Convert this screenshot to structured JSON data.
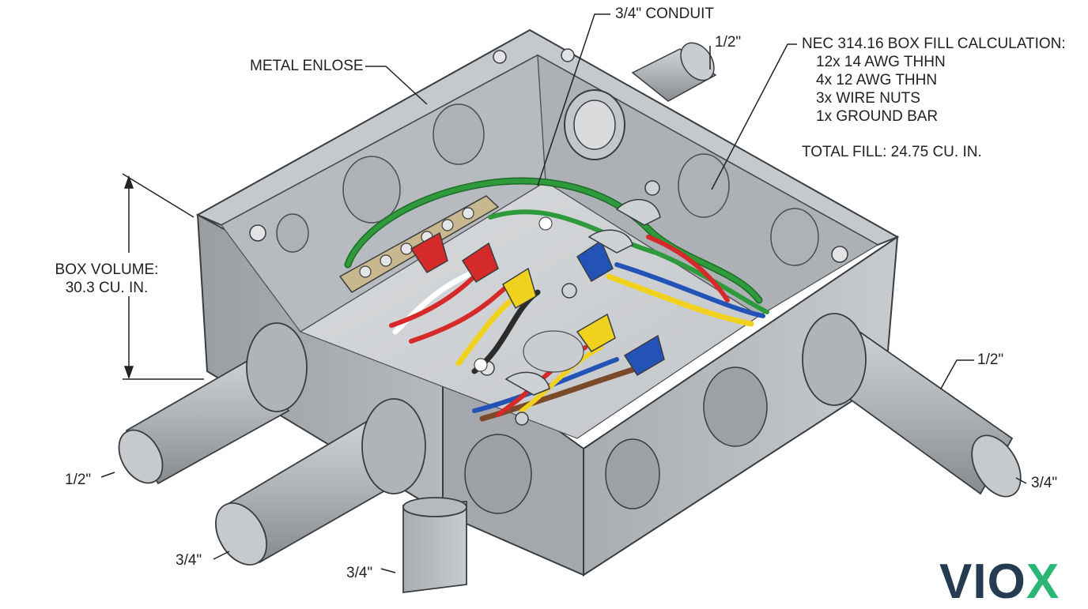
{
  "labels": {
    "metal_enclosure": "METAL ENLOSE",
    "conduit_top": "3/4\" CONDUIT",
    "top_right_half": "1/2\"",
    "right_half": "1/2\"",
    "right_three_quarter": "3/4\"",
    "left_half": "1/2\"",
    "left_three_quarter": "3/4\"",
    "bottom_three_quarter": "3/4\""
  },
  "box_volume": {
    "title": "BOX VOLUME:",
    "value": "30.3 CU. IN."
  },
  "calculation": {
    "heading": "NEC 314.16 BOX FILL CALCULATION:",
    "items": [
      "12x 14 AWG THHN",
      "4x 12 AWG THHN",
      "3x WIRE NUTS",
      "1x GROUND BAR"
    ],
    "total": "TOTAL FILL: 24.75 CU. IN."
  },
  "logo": {
    "text_main": "VIO",
    "text_accent": "X"
  },
  "colors": {
    "metal": "#b9bcc0",
    "metal_dark": "#8e9296",
    "outline": "#3a3c3f",
    "ground_wire": "#2e9a3c",
    "red": "#d42a2a",
    "yellow": "#f0d21e",
    "blue": "#2453b8",
    "brown": "#7a4a2a",
    "logo_dark": "#253b52",
    "logo_green": "#2bb673"
  }
}
